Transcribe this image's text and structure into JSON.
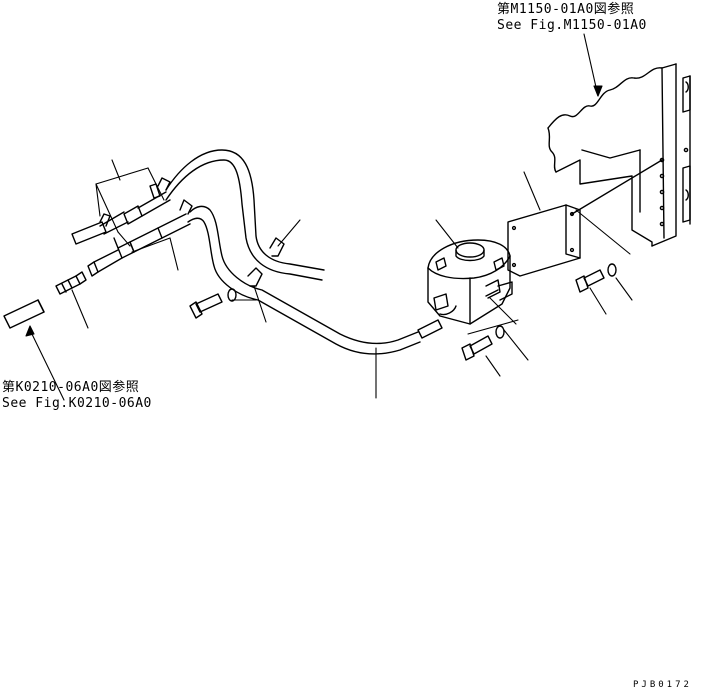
{
  "references": {
    "top_right": {
      "line1": "第M1150-01A0図参照",
      "line2": "See Fig.M1150-01A0"
    },
    "left": {
      "line1": "第K0210-06A0図参照",
      "line2": "See Fig.K0210-06A0"
    }
  },
  "drawing_id": "PJB0172",
  "colors": {
    "line": "#000000",
    "background": "#ffffff"
  }
}
